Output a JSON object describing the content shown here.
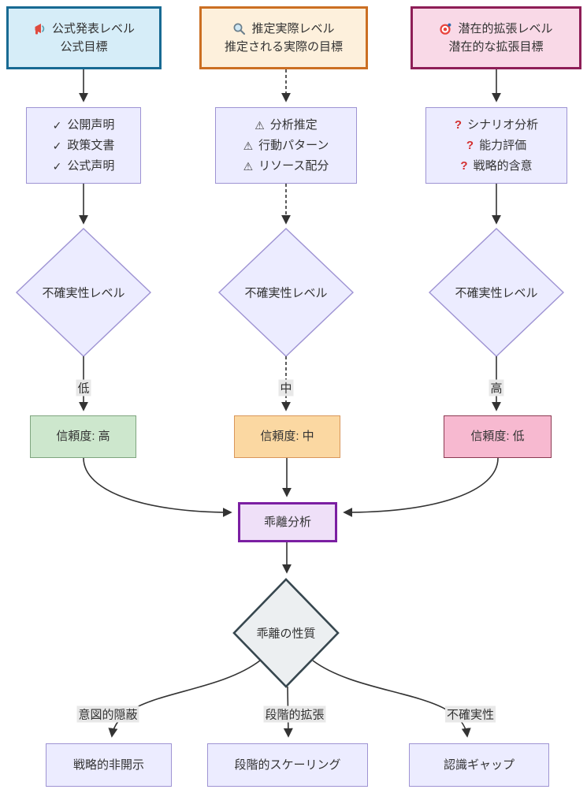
{
  "top_row": {
    "official": {
      "line1": "公式発表レベル",
      "line2": "公式目標"
    },
    "estimated": {
      "line1": "推定実際レベル",
      "line2": "推定される実際の目標"
    },
    "potential": {
      "line1": "潜在的拡張レベル",
      "line2": "潜在的な拡張目標"
    }
  },
  "icons": {
    "official": "megaphone-icon",
    "estimated": "magnifier-icon",
    "potential": "target-icon"
  },
  "evidence_row": {
    "official": {
      "items": [
        {
          "icon": "✓",
          "text": "公開声明"
        },
        {
          "icon": "✓",
          "text": "政策文書"
        },
        {
          "icon": "✓",
          "text": "公式声明"
        }
      ]
    },
    "estimated": {
      "items": [
        {
          "icon": "⚠",
          "text": "分析推定"
        },
        {
          "icon": "⚠",
          "text": "行動パターン"
        },
        {
          "icon": "⚠",
          "text": "リソース配分"
        }
      ]
    },
    "potential": {
      "items": [
        {
          "icon": "?",
          "text": "シナリオ分析"
        },
        {
          "icon": "?",
          "text": "能力評価"
        },
        {
          "icon": "?",
          "text": "戦略的含意"
        }
      ]
    }
  },
  "decisions": {
    "uncertainty": "不確実性レベル",
    "divergence": "乖離の性質"
  },
  "edge_labels": {
    "low": "低",
    "mid": "中",
    "high": "高",
    "concealment": "意図的隠蔽",
    "gradual": "段階的拡張",
    "uncertainty": "不確実性"
  },
  "confidence_row": {
    "high": "信頼度: 高",
    "mid": "信頼度: 中",
    "low": "信頼度: 低"
  },
  "analysis": {
    "label": "乖離分析"
  },
  "outcomes": {
    "concealment": "戦略的非開示",
    "gradual": "段階的スケーリング",
    "uncertainty": "認識ギャップ"
  },
  "colors": {
    "edge": "#333333",
    "label_bg": "#e8e8e8",
    "official_border": "#186a93",
    "official_fill": "#d6edf8",
    "estimated_border": "#cb6f23",
    "estimated_fill": "#fdf0dc",
    "potential_border": "#8e1e57",
    "potential_fill": "#f9d9e7",
    "lavender_fill": "#ececff",
    "lavender_border": "#9e93d3",
    "conf_high_fill": "#cde7cd",
    "conf_mid_fill": "#fbd8a2",
    "conf_low_fill": "#f7b9d0",
    "analysis_border": "#7b1fa2",
    "analysis_fill": "#efe0f8",
    "divergence_fill": "#eceff1",
    "divergence_border": "#37474f"
  }
}
